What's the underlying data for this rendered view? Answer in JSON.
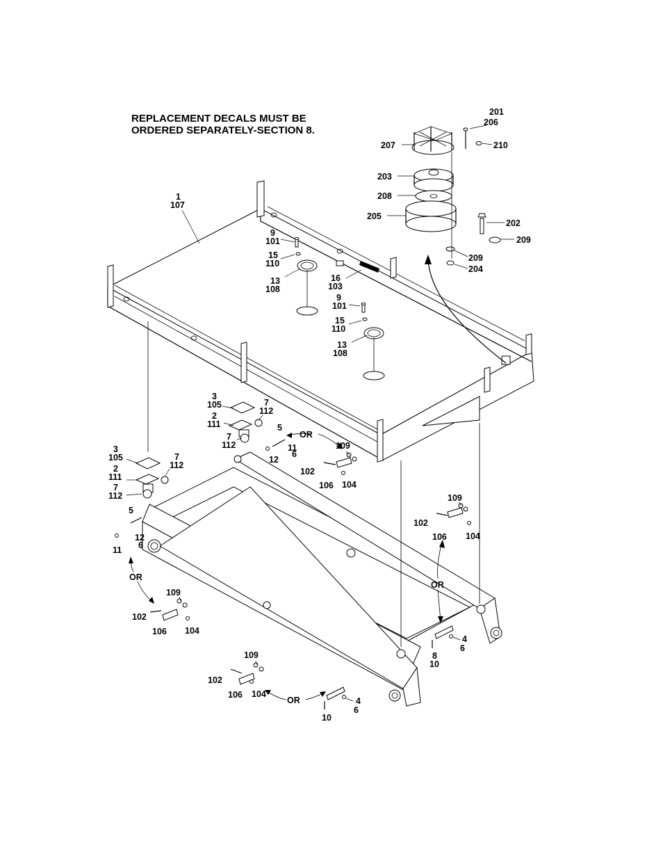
{
  "note": {
    "line1": "REPLACEMENT DECALS MUST BE",
    "line2": "ORDERED SEPARATELY-SECTION 8."
  },
  "callouts": {
    "c201": "201",
    "c206": "206",
    "c207": "207",
    "c210": "210",
    "c203": "203",
    "c208": "208",
    "c205": "205",
    "c202": "202",
    "c209a": "209",
    "c209b": "209",
    "c204": "204",
    "c1": "1",
    "c107": "107",
    "c9a": "9",
    "c101a": "101",
    "c15a": "15",
    "c110a": "110",
    "c13a": "13",
    "c108a": "108",
    "c16": "16",
    "c103": "103",
    "c9b": "9",
    "c101b": "101",
    "c15b": "15",
    "c110b": "110",
    "c13b": "13",
    "c108b": "108",
    "c3a": "3",
    "c105a": "105",
    "c7a": "7",
    "c112a": "112",
    "c2a": "2",
    "c111a": "111",
    "c7b": "7",
    "c112b": "112",
    "c5a": "5",
    "or1": "OR",
    "c11a": "11",
    "c6a": "6",
    "c12a": "12",
    "c109a": "109",
    "c102a": "102",
    "c106a": "106",
    "c104a": "104",
    "c3b": "3",
    "c105b": "105",
    "c7c": "7",
    "c112c": "112",
    "c2b": "2",
    "c111b": "111",
    "c7d": "7",
    "c112d": "112",
    "c5b": "5",
    "c12b": "12",
    "c6b": "6",
    "c11b": "11",
    "or2": "OR",
    "c109b": "109",
    "c102b": "102",
    "c106b": "106",
    "c104b": "104",
    "c109c": "109",
    "c102c": "102",
    "c106c": "106",
    "c104c": "104",
    "or3": "OR",
    "c4a": "4",
    "c6c": "6",
    "c8": "8",
    "c10a": "10",
    "c109d": "109",
    "c102d": "102",
    "c106d": "106",
    "c104d": "104",
    "or4": "OR",
    "c4b": "4",
    "c6d": "6",
    "c10b": "10"
  }
}
